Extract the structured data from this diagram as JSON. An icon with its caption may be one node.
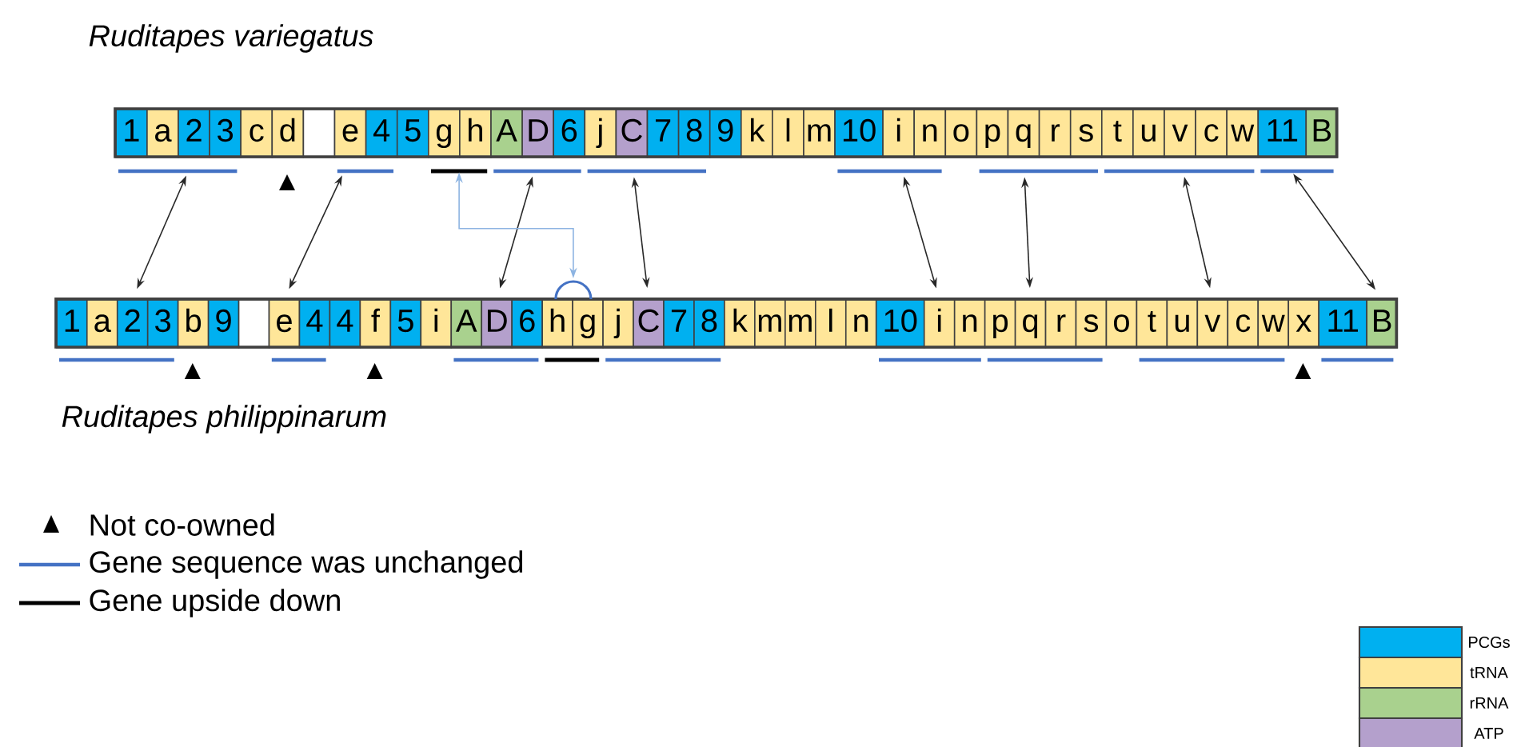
{
  "diagram": {
    "nodes": [
      {
        "text": [
          "1"
        ]
      },
      {
        "text": [
          "a"
        ]
      },
      {
        "text": [
          "2"
        ]
      },
      {
        "text": [
          "3"
        ]
      },
      {
        "text": [
          "c"
        ]
      },
      {
        "text": [
          "d"
        ]
      },
      {
        "text": [],
        "shape": "box"
      },
      {
        "text": [
          "e"
        ]
      },
      {
        "text": [
          "4"
        ]
      },
      {
        "text": [
          "5"
        ]
      },
      {
        "text": [
          "g"
        ]
      },
      {
        "text": [
          "h"
        ]
      },
      {
        "text": [
          "A"
        ]
      },
      {
        "text": [
          "D"
        ]
      },
      {
        "text": [
          "6"
        ]
      },
      {
        "text": [
          "j"
        ]
      },
      {
        "text": [
          "C"
        ]
      },
      {
        "text": [
          "7"
        ]
      },
      {
        "text": [
          "8"
        ]
      },
      {
        "text": [
          "9"
        ]
      },
      {
        "text": [
          "k"
        ]
      },
      {
        "text": [
          "l"
        ]
      },
      {
        "text": [
          "m"
        ]
      },
      {
        "text": [
          "10"
        ]
      },
      {
        "text": [
          "i"
        ]
      },
      {
        "text": [
          "n"
        ]
      },
      {
        "text": [
          "o"
        ]
      },
      {
        "text": [
          "p"
        ]
      },
      {
        "text": [
          "q"
        ]
      },
      {
        "text": [
          "r"
        ]
      },
      {
        "text": [
          "s"
        ]
      },
      {
        "text": [
          "t"
        ]
      },
      {
        "text": [
          "u"
        ]
      },
      {
        "text": [
          "v"
        ]
      },
      {
        "text": [
          "c"
        ]
      },
      {
        "text": [
          "w"
        ]
      },
      {
        "text": [
          "11"
        ]
      },
      {
        "text": [
          "B"
        ]
      },
      {
        "text": [
          "1"
        ]
      },
      {
        "text": [
          "a"
        ]
      },
      {
        "text": [
          "2"
        ]
      },
      {
        "text": [
          "3"
        ]
      },
      {
        "text": [
          "b"
        ]
      },
      {
        "text": [
          "9"
        ]
      },
      {
        "text": [],
        "shape": "box"
      },
      {
        "text": [
          "e"
        ]
      },
      {
        "text": [
          "4"
        ]
      },
      {
        "text": [
          "4"
        ]
      },
      {
        "text": [
          "f"
        ]
      },
      {
        "text": [
          "5"
        ]
      },
      {
        "text": [
          "i"
        ]
      },
      {
        "text": [
          "A"
        ]
      },
      {
        "text": [
          "D"
        ]
      },
      {
        "text": [
          "6"
        ]
      },
      {
        "text": [
          "h"
        ]
      },
      {
        "text": [
          "g"
        ]
      },
      {
        "text": [
          "j"
        ]
      },
      {
        "text": [
          "C"
        ]
      },
      {
        "text": [
          "7"
        ]
      },
      {
        "text": [
          "8"
        ]
      },
      {
        "text": [
          "k"
        ]
      },
      {
        "text": [
          "m"
        ]
      },
      {
        "text": [
          "m"
        ]
      },
      {
        "text": [
          "l"
        ]
      },
      {
        "text": [
          "n"
        ]
      },
      {
        "text": [
          "10"
        ]
      },
      {
        "text": [
          "i"
        ]
      },
      {
        "text": [
          "n"
        ]
      },
      {
        "text": [
          "p"
        ]
      },
      {
        "text": [
          "q"
        ]
      },
      {
        "text": [
          "r"
        ]
      },
      {
        "text": [
          "s"
        ]
      },
      {
        "text": [
          "o"
        ]
      },
      {
        "text": [
          "t"
        ]
      },
      {
        "text": [
          "u"
        ]
      },
      {
        "text": [
          "v"
        ]
      },
      {
        "text": [
          "c"
        ]
      },
      {
        "text": [
          "w"
        ]
      },
      {
        "text": [
          "x"
        ]
      },
      {
        "text": [
          "11"
        ]
      },
      {
        "text": [
          "B"
        ]
      }
    ],
    "edges": [
      {
        "from": 2,
        "to": 40,
        "arrow": "both"
      },
      {
        "from": 7,
        "to": 45,
        "arrow": "both"
      },
      {
        "from": 13,
        "to": 52,
        "arrow": "both"
      },
      {
        "from": 16,
        "to": 57,
        "arrow": "both"
      },
      {
        "from": 24,
        "to": 66,
        "arrow": "both"
      },
      {
        "from": 28,
        "to": 69,
        "arrow": "both"
      },
      {
        "from": 33,
        "to": 75,
        "arrow": "both"
      },
      {
        "from": 36,
        "to": 80,
        "arrow": "both"
      },
      {
        "from": 11,
        "to": 54,
        "arrow": "both",
        "color": "#8db4e2"
      }
    ],
    "labels": [
      "Ruditapes variegatus",
      "Ruditapes philippinarum"
    ],
    "legend": [
      {
        "text": "Not co-owned"
      },
      {
        "text": "Gene sequence was unchanged"
      },
      {
        "text": "Gene upside down"
      },
      {
        "text": "PCGs",
        "color": "#00b0f0"
      },
      {
        "text": "tRNA",
        "color": "#ffe699"
      },
      {
        "text": "rRNA",
        "color": "#a9d18e"
      },
      {
        "text": "ATP",
        "color": "#b4a0cc"
      }
    ]
  }
}
